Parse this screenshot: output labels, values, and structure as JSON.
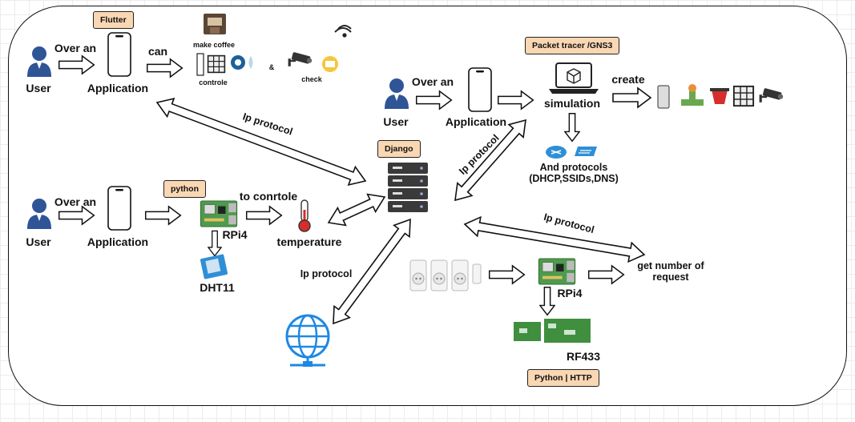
{
  "tags": {
    "flutter": "Flutter",
    "packet_tracer": "Packet tracer /GNS3",
    "django": "Django",
    "python": "python",
    "python_http": "Python | HTTP"
  },
  "flows": {
    "flutter": {
      "user": "User",
      "over_an": "Over an",
      "application": "Application",
      "can": "can",
      "make_coffee": "make coffee",
      "controle": "controle",
      "amp": "&",
      "check": "check"
    },
    "simulation": {
      "user": "User",
      "over_an": "Over an",
      "application": "Application",
      "simulation": "simulation",
      "create": "create",
      "protocols_line1": "And protocols",
      "protocols_line2": "(DHCP,SSIDs,DNS)"
    },
    "python": {
      "user": "User",
      "over_an": "Over an",
      "application": "Application",
      "rpi4": "RPi4",
      "to_control": "to conrtole",
      "temperature": "temperature",
      "dht11": "DHT11"
    },
    "rf": {
      "rpi4": "RPi4",
      "get_requests_line1": "get number of",
      "get_requests_line2": "request",
      "rf433": "RF433"
    }
  },
  "links": {
    "ip_protocol_top": "Ip protocol",
    "ip_protocol_sim": "Ip protocol",
    "ip_protocol_right": "Ip protocol",
    "ip_protocol_globe": "Ip protocol"
  },
  "colors": {
    "tag_fill": "#fad7b3",
    "user_blue": "#2f5597",
    "server_dark": "#3a3a3a",
    "globe_blue": "#1e88e5",
    "pcb_green": "#3f8f3f"
  }
}
